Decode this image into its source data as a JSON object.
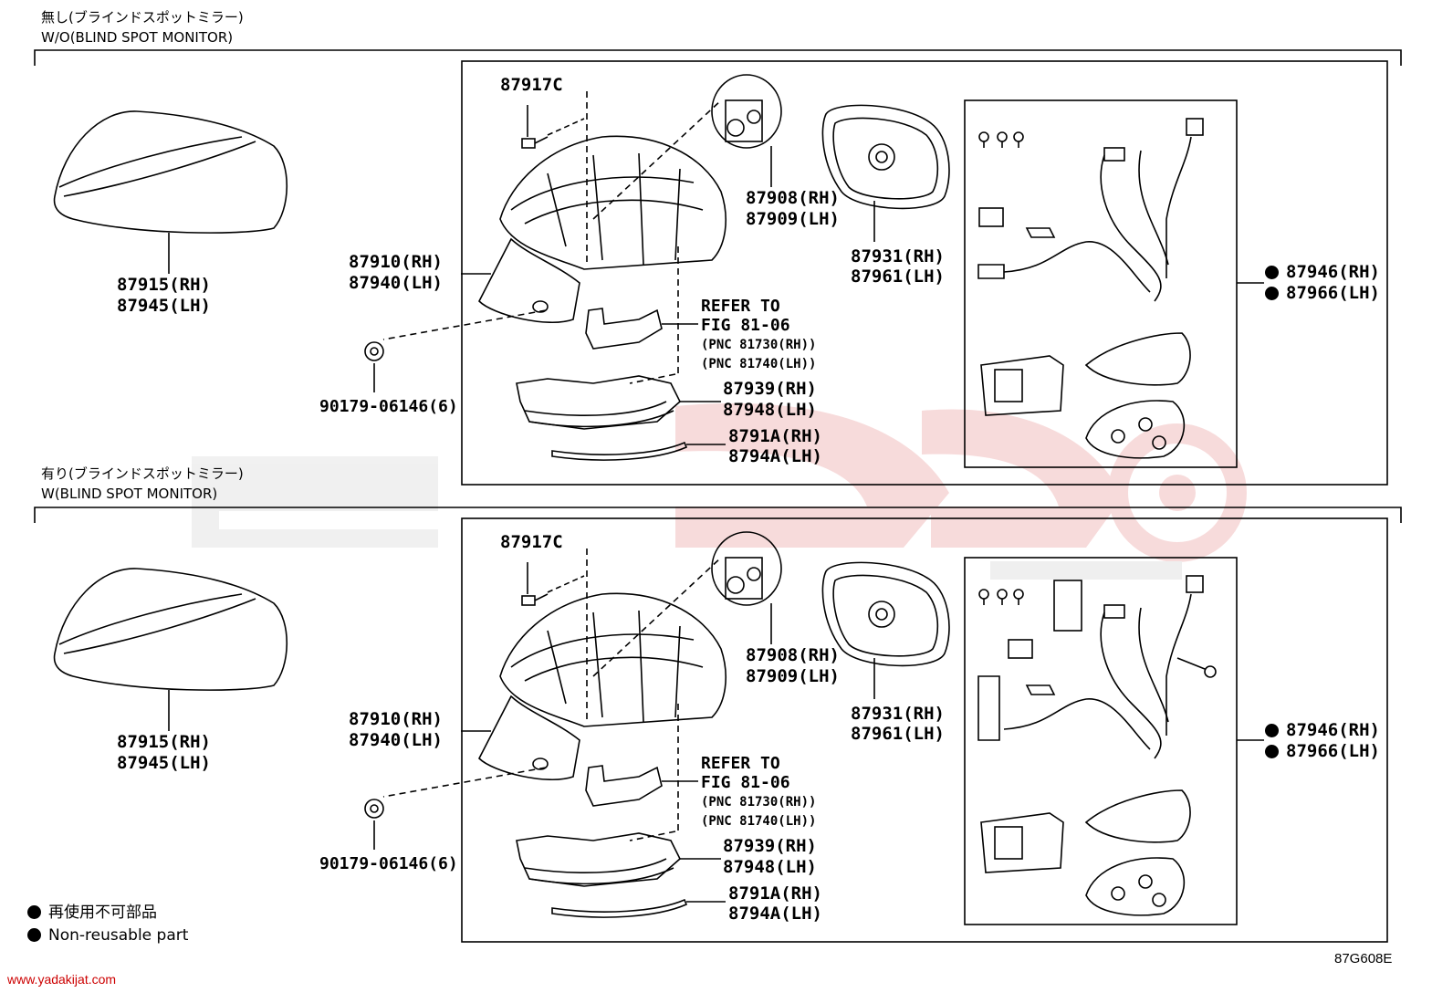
{
  "sections": [
    {
      "title_jp": "無し(ブラインドスポットミラー)",
      "title_en": "W/O(BLIND SPOT MONITOR)",
      "labels": {
        "p87917C": "87917C",
        "p87908": "87908(RH)",
        "p87909": "87909(LH)",
        "p87915": "87915(RH)",
        "p87945": "87945(LH)",
        "p87910": "87910(RH)",
        "p87940": "87940(LH)",
        "p87931": "87931(RH)",
        "p87961": "87961(LH)",
        "p87946": "87946(RH)",
        "p87966": "87966(LH)",
        "refer1": "REFER TO",
        "refer2": "FIG 81-06",
        "refer3": "(PNC 81730(RH))",
        "refer4": "(PNC 81740(LH))",
        "p87939": "87939(RH)",
        "p87948": "87948(LH)",
        "p8791A": "8791A(RH)",
        "p8794A": "8794A(LH)",
        "p90179": "90179-06146(6)"
      }
    },
    {
      "title_jp": "有り(ブラインドスポットミラー)",
      "title_en": "W(BLIND SPOT MONITOR)",
      "labels": {
        "p87917C": "87917C",
        "p87908": "87908(RH)",
        "p87909": "87909(LH)",
        "p87915": "87915(RH)",
        "p87945": "87945(LH)",
        "p87910": "87910(RH)",
        "p87940": "87940(LH)",
        "p87931": "87931(RH)",
        "p87961": "87961(LH)",
        "p87946": "87946(RH)",
        "p87966": "87966(LH)",
        "refer1": "REFER TO",
        "refer2": "FIG 81-06",
        "refer3": "(PNC 81730(RH))",
        "refer4": "(PNC 81740(LH))",
        "p87939": "87939(RH)",
        "p87948": "87948(LH)",
        "p8791A": "8791A(RH)",
        "p8794A": "8794A(LH)",
        "p90179": "90179-06146(6)"
      }
    }
  ],
  "legend": {
    "jp": "再使用不可部品",
    "en": "Non-reusable part"
  },
  "website": "www.yadakijat.com",
  "figure_code": "87G608E",
  "colors": {
    "watermark_red": "#cc0000",
    "watermark_gray": "#e6e6e6",
    "line": "#000000"
  }
}
